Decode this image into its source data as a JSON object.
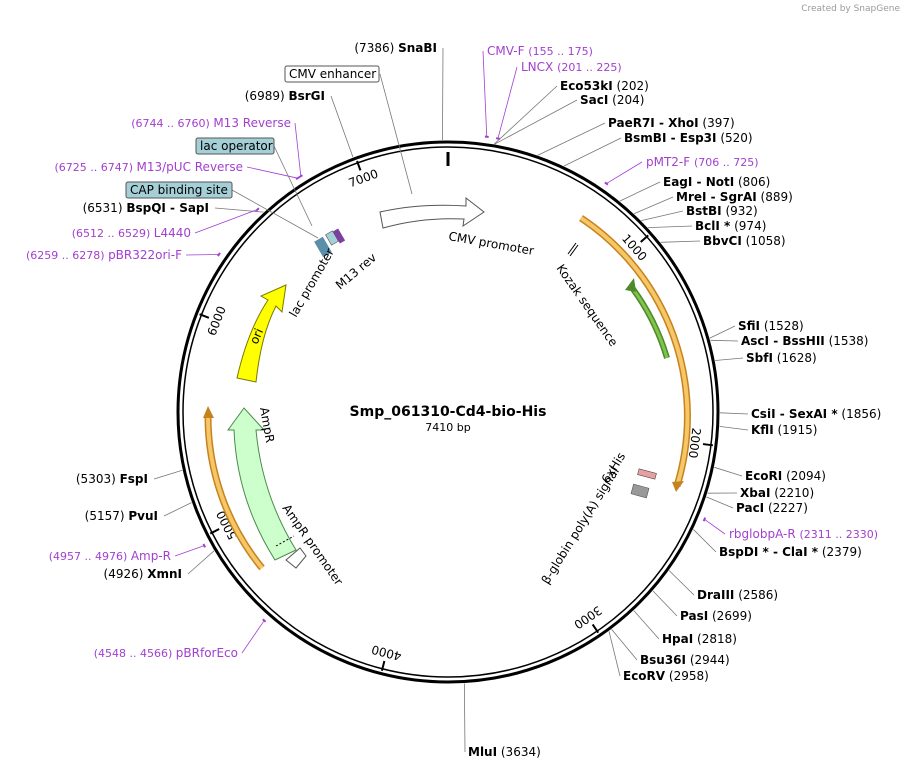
{
  "credit": "Created by SnapGene",
  "plasmid": {
    "name": "Smp_061310-Cd4-bio-His",
    "length_label": "7410 bp",
    "length": 7410
  },
  "ticks": [
    {
      "label": "1000",
      "bp": 1000
    },
    {
      "label": "2000",
      "bp": 2000
    },
    {
      "label": "3000",
      "bp": 3000
    },
    {
      "label": "4000",
      "bp": 4000
    },
    {
      "label": "5000",
      "bp": 5000
    },
    {
      "label": "6000",
      "bp": 6000
    },
    {
      "label": "7000",
      "bp": 7000
    }
  ],
  "enzymes": [
    {
      "id": "snabi",
      "names": [
        "SnaBI"
      ],
      "pos": "(7386)",
      "bp": 7386
    },
    {
      "id": "eco53ki",
      "names": [
        "Eco53kI"
      ],
      "pos": "(202)",
      "bp": 202
    },
    {
      "id": "saci",
      "names": [
        "SacI"
      ],
      "pos": "(204)",
      "bp": 204
    },
    {
      "id": "paer7i",
      "names": [
        "PaeR7I",
        "XhoI"
      ],
      "pos": "(397)",
      "bp": 397
    },
    {
      "id": "bsmbi",
      "names": [
        "BsmBI",
        "Esp3I"
      ],
      "pos": "(520)",
      "bp": 520
    },
    {
      "id": "eagi",
      "names": [
        "EagI",
        "NotI"
      ],
      "pos": "(806)",
      "bp": 806
    },
    {
      "id": "mrei",
      "names": [
        "MreI",
        "SgrAI"
      ],
      "pos": "(889)",
      "bp": 889
    },
    {
      "id": "bstbi",
      "names": [
        "BstBI"
      ],
      "pos": "(932)",
      "bp": 932
    },
    {
      "id": "bcli",
      "names": [
        "BclI *"
      ],
      "pos": "(974)",
      "bp": 974
    },
    {
      "id": "bbvci",
      "names": [
        "BbvCI"
      ],
      "pos": "(1058)",
      "bp": 1058
    },
    {
      "id": "sfii",
      "names": [
        "SfiI"
      ],
      "pos": "(1528)",
      "bp": 1528
    },
    {
      "id": "asci",
      "names": [
        "AscI",
        "BssHII"
      ],
      "pos": "(1538)",
      "bp": 1538
    },
    {
      "id": "sbfi",
      "names": [
        "SbfI"
      ],
      "pos": "(1628)",
      "bp": 1628
    },
    {
      "id": "csii",
      "names": [
        "CsiI",
        "SexAI *"
      ],
      "pos": "(1856)",
      "bp": 1856
    },
    {
      "id": "kfli",
      "names": [
        "KflI"
      ],
      "pos": "(1915)",
      "bp": 1915
    },
    {
      "id": "ecori",
      "names": [
        "EcoRI"
      ],
      "pos": "(2094)",
      "bp": 2094
    },
    {
      "id": "xbai",
      "names": [
        "XbaI"
      ],
      "pos": "(2210)",
      "bp": 2210
    },
    {
      "id": "paci",
      "names": [
        "PacI"
      ],
      "pos": "(2227)",
      "bp": 2227
    },
    {
      "id": "bspdi",
      "names": [
        "BspDI *",
        "ClaI *"
      ],
      "pos": "(2379)",
      "bp": 2379
    },
    {
      "id": "draiii",
      "names": [
        "DraIII"
      ],
      "pos": "(2586)",
      "bp": 2586
    },
    {
      "id": "pasi",
      "names": [
        "PasI"
      ],
      "pos": "(2699)",
      "bp": 2699
    },
    {
      "id": "hpai",
      "names": [
        "HpaI"
      ],
      "pos": "(2818)",
      "bp": 2818
    },
    {
      "id": "bsu36i",
      "names": [
        "Bsu36I"
      ],
      "pos": "(2944)",
      "bp": 2944
    },
    {
      "id": "ecorv",
      "names": [
        "EcoRV"
      ],
      "pos": "(2958)",
      "bp": 2958
    },
    {
      "id": "mlui",
      "names": [
        "MluI"
      ],
      "pos": "(3634)",
      "bp": 3634
    },
    {
      "id": "xmni",
      "names": [
        "XmnI"
      ],
      "pos": "(4926)",
      "bp": 4926
    },
    {
      "id": "pvui",
      "names": [
        "PvuI"
      ],
      "pos": "(5157)",
      "bp": 5157
    },
    {
      "id": "fspi",
      "names": [
        "FspI"
      ],
      "pos": "(5303)",
      "bp": 5303
    },
    {
      "id": "bspqi",
      "names": [
        "BspQI",
        "SapI"
      ],
      "pos": "(6531)",
      "bp": 6531
    },
    {
      "id": "bsrgi",
      "names": [
        "BsrGI"
      ],
      "pos": "(6989)",
      "bp": 6989
    }
  ],
  "primers": [
    {
      "id": "cmvf",
      "name": "CMV-F",
      "range": "(155 .. 175)",
      "bp": 165
    },
    {
      "id": "lncx",
      "name": "LNCX",
      "range": "(201 .. 225)",
      "bp": 213
    },
    {
      "id": "pmt2f",
      "name": "pMT2-F",
      "range": "(706 .. 725)",
      "bp": 715
    },
    {
      "id": "rbglobpa",
      "name": "rbglobpA-R",
      "range": "(2311 .. 2330)",
      "bp": 2320
    },
    {
      "id": "pbrforeco",
      "name": "pBRforEco",
      "range": "(4548 .. 4566)",
      "bp": 4557
    },
    {
      "id": "ampr",
      "name": "Amp-R",
      "range": "(4957 .. 4976)",
      "bp": 4966
    },
    {
      "id": "pbr322ori",
      "name": "pBR322ori-F",
      "range": "(6259 .. 6278)",
      "bp": 6268
    },
    {
      "id": "l4440",
      "name": "L4440",
      "range": "(6512 .. 6529)",
      "bp": 6520
    },
    {
      "id": "m13puc",
      "name": "M13/pUC Reverse",
      "range": "(6725 .. 6747)",
      "bp": 6736
    },
    {
      "id": "m13rev",
      "name": "M13 Reverse",
      "range": "(6744 .. 6760)",
      "bp": 6752
    }
  ],
  "boxed_features": [
    {
      "id": "cmv-enhancer",
      "label": "CMV enhancer",
      "fill": "#ffffff"
    },
    {
      "id": "lac-operator",
      "label": "lac operator",
      "fill": "#a5cfd6"
    },
    {
      "id": "cap-site",
      "label": "CAP binding site",
      "fill": "#a5cfd6"
    }
  ],
  "features": {
    "cmv_promoter": "CMV promoter",
    "kozak": "Kozak sequence",
    "sixhis": "6xHis",
    "bglobin": "β-globin poly(A) signal",
    "ampr": "AmpR",
    "ampr_promoter": "AmpR promoter",
    "ori": "ori",
    "lac_promoter": "lac promoter",
    "m13rev": "M13 rev"
  },
  "colors": {
    "primer": "#a23fcf",
    "orf": "#f6c667",
    "orf_edge": "#c5831f",
    "cds_green": "#7ec44d",
    "ori": "#ffff00",
    "ampr": "#ccffcc",
    "lac": "#5b8ea8"
  }
}
